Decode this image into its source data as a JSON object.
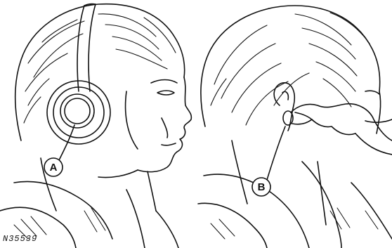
{
  "figure": {
    "id_label": "N35539"
  },
  "callouts": {
    "a": "A",
    "b": "B"
  },
  "colors": {
    "ink": "#111111",
    "paper": "#ffffff"
  }
}
